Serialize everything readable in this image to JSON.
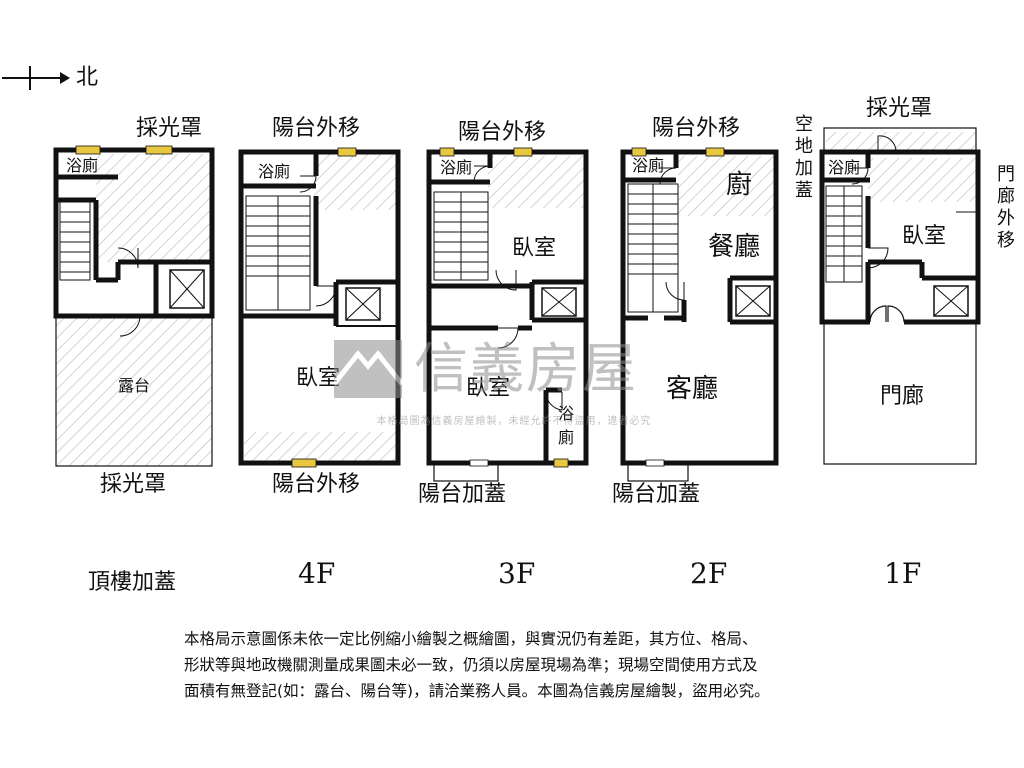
{
  "north": {
    "label": "北"
  },
  "floors": {
    "roof": {
      "name": "頂樓加蓋",
      "top_label": "採光罩",
      "bottom_label": "採光罩",
      "rooms": {
        "bath": "浴廁",
        "terrace": "露台"
      }
    },
    "f4": {
      "name": "4F",
      "top_label": "陽台外移",
      "bottom_label": "陽台外移",
      "rooms": {
        "bath": "浴廁",
        "bedroom": "臥室"
      }
    },
    "f3": {
      "name": "3F",
      "top_label": "陽台外移",
      "bottom_label": "陽台加蓋",
      "rooms": {
        "bath": "浴廁",
        "bedroom1": "臥室",
        "bedroom2": "臥室",
        "bath2_a": "浴",
        "bath2_b": "廁"
      }
    },
    "f2": {
      "name": "2F",
      "top_label": "陽台外移",
      "bottom_label": "陽台加蓋",
      "rooms": {
        "bath": "浴廁",
        "kitchen": "廚",
        "dining": "餐廳",
        "living": "客廳"
      }
    },
    "f1": {
      "name": "1F",
      "top_label": "採光罩",
      "side_left": [
        "空",
        "地",
        "加",
        "蓋"
      ],
      "side_right": [
        "門",
        "廊",
        "外",
        "移"
      ],
      "rooms": {
        "bath": "浴廁",
        "bedroom": "臥室",
        "porch": "門廊"
      }
    }
  },
  "watermark": {
    "brand": "信義房屋",
    "notice": "本格局圖為信義房屋繪製，未經允許不得盜用，違者必究"
  },
  "disclaimer": [
    "本格局示意圖係未依一定比例縮小繪製之概繪圖，與實況仍有差距，其方位、格局、",
    "形狀等與地政機關測量成果圖未必一致，仍須以房屋現場為準；現場空間使用方式及",
    "面積有無登記(如：露台、陽台等)，請洽業務人員。本圖為信義房屋繪製，盜用必究。"
  ],
  "colors": {
    "wall": "#111111",
    "window": "#e8c840",
    "hatch": "#b8b8b8",
    "watermark": "#8d8d8d"
  }
}
